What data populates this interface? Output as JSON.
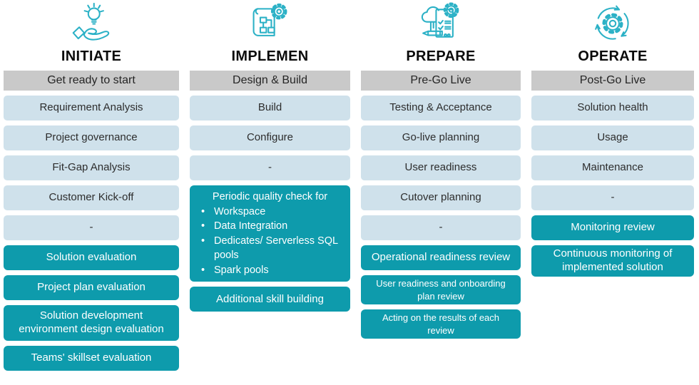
{
  "colors": {
    "teal_box": "#0e9bac",
    "light_box": "#cfe1eb",
    "subtitle_bar": "#c9c9c9",
    "icon_stroke": "#2bb1c6",
    "title_text": "#0b0b0b",
    "box_text": "#2d2d2d",
    "teal_box_text": "#ffffff"
  },
  "columns": [
    {
      "title": "INITIATE",
      "icon": "hand-lightbulb-icon",
      "subtitle": "Get ready to start",
      "items": [
        {
          "label": "Requirement Analysis",
          "style": "light"
        },
        {
          "label": "Project governance",
          "style": "light"
        },
        {
          "label": "Fit-Gap Analysis",
          "style": "light"
        },
        {
          "label": "Customer Kick-off",
          "style": "light"
        },
        {
          "label": "-",
          "style": "light"
        },
        {
          "label": "Solution evaluation",
          "style": "teal"
        },
        {
          "label": "Project plan evaluation",
          "style": "teal"
        },
        {
          "label": "Solution development environment design evaluation",
          "style": "teal"
        },
        {
          "label": "Teams' skillset evaluation",
          "style": "teal"
        }
      ]
    },
    {
      "title": "IMPLEMEN",
      "icon": "blueprint-gear-icon",
      "subtitle": "Design & Build",
      "items": [
        {
          "label": "Build",
          "style": "light"
        },
        {
          "label": "Configure",
          "style": "light"
        },
        {
          "label": "-",
          "style": "light"
        },
        {
          "label": "Periodic quality check for",
          "style": "teal-list",
          "bullets": [
            "Workspace",
            "Data Integration",
            "Dedicates/ Serverless SQL pools",
            "Spark pools"
          ]
        },
        {
          "label": "Additional skill building",
          "style": "teal"
        }
      ]
    },
    {
      "title": "PREPARE",
      "icon": "checklist-cloud-gear-icon",
      "subtitle": "Pre-Go Live",
      "items": [
        {
          "label": "Testing & Acceptance",
          "style": "light"
        },
        {
          "label": "Go-live planning",
          "style": "light"
        },
        {
          "label": "User readiness",
          "style": "light"
        },
        {
          "label": "Cutover planning",
          "style": "light"
        },
        {
          "label": "-",
          "style": "light"
        },
        {
          "label": "Operational readiness review",
          "style": "teal"
        },
        {
          "label": "User readiness and onboarding plan review",
          "style": "teal-small"
        },
        {
          "label": "Acting on the results of each review",
          "style": "teal-small"
        }
      ]
    },
    {
      "title": "OPERATE",
      "icon": "gear-cycle-icon",
      "subtitle": "Post-Go Live",
      "items": [
        {
          "label": "Solution health",
          "style": "light"
        },
        {
          "label": "Usage",
          "style": "light"
        },
        {
          "label": "Maintenance",
          "style": "light"
        },
        {
          "label": "-",
          "style": "light"
        },
        {
          "label": "Monitoring review",
          "style": "teal"
        },
        {
          "label": "Continuous monitoring of implemented solution",
          "style": "teal"
        }
      ]
    }
  ]
}
